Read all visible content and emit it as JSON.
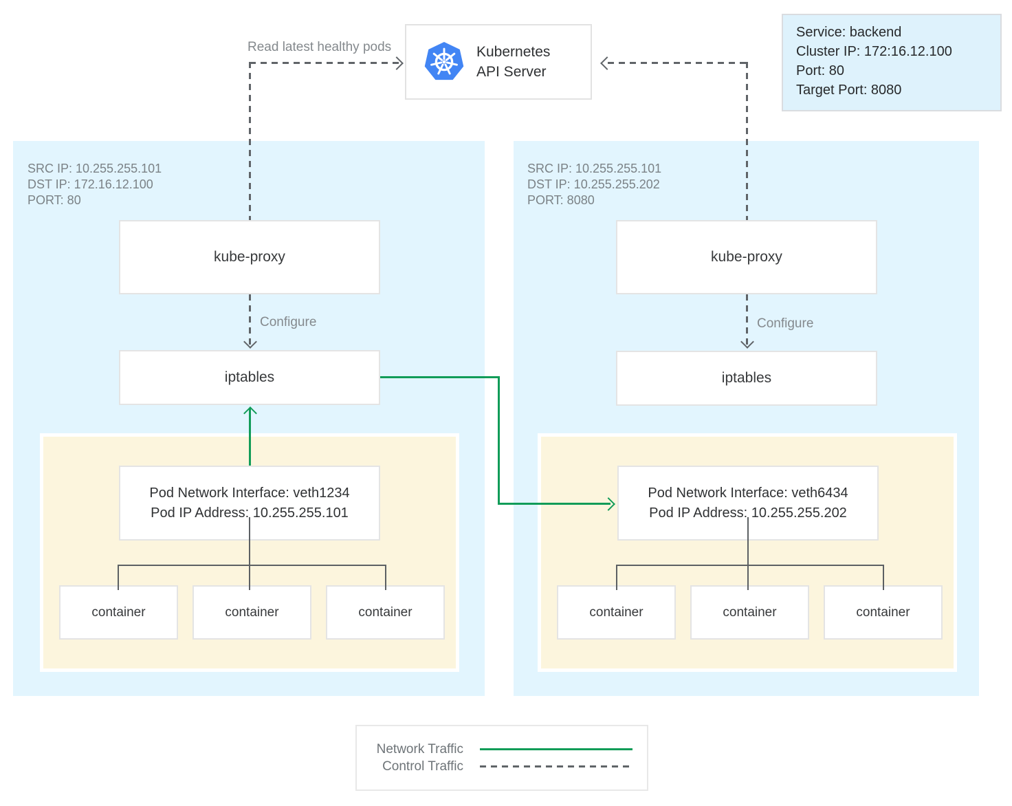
{
  "api_server": {
    "line1": "Kubernetes",
    "line2": "API Server"
  },
  "service_info": {
    "line1": "Service: backend",
    "line2": "Cluster IP: 172:16.12.100",
    "line3": "Port: 80",
    "line4": "Target Port: 8080"
  },
  "labels": {
    "read_latest_healthy_pods": "Read latest healthy pods",
    "configure": "Configure"
  },
  "node_left": {
    "info": [
      "SRC IP: 10.255.255.101",
      "DST IP: 172.16.12.100",
      "PORT: 80"
    ],
    "kube_proxy": "kube-proxy",
    "iptables": "iptables",
    "pod_interface_line1": "Pod Network Interface: veth1234",
    "pod_interface_line2": "Pod IP Address: 10.255.255.101",
    "containers": [
      "container",
      "container",
      "container"
    ]
  },
  "node_right": {
    "info": [
      "SRC IP: 10.255.255.101",
      "DST IP: 10.255.255.202",
      "PORT: 8080"
    ],
    "kube_proxy": "kube-proxy",
    "iptables": "iptables",
    "pod_interface_line1": "Pod Network Interface: veth6434",
    "pod_interface_line2": "Pod IP Address: 10.255.255.202",
    "containers": [
      "container",
      "container",
      "container"
    ]
  },
  "legend": {
    "network_traffic": "Network Traffic",
    "control_traffic": "Control Traffic"
  },
  "icons": {
    "kubernetes": "kubernetes-helm-icon"
  },
  "colors": {
    "node_background": "#e2f5fe",
    "pod_background": "#fcf5dd",
    "service_background": "#def2fc",
    "network_traffic_green": "#119c58",
    "control_traffic_gray": "#606468",
    "kubernetes_blue": "#4285f4"
  }
}
